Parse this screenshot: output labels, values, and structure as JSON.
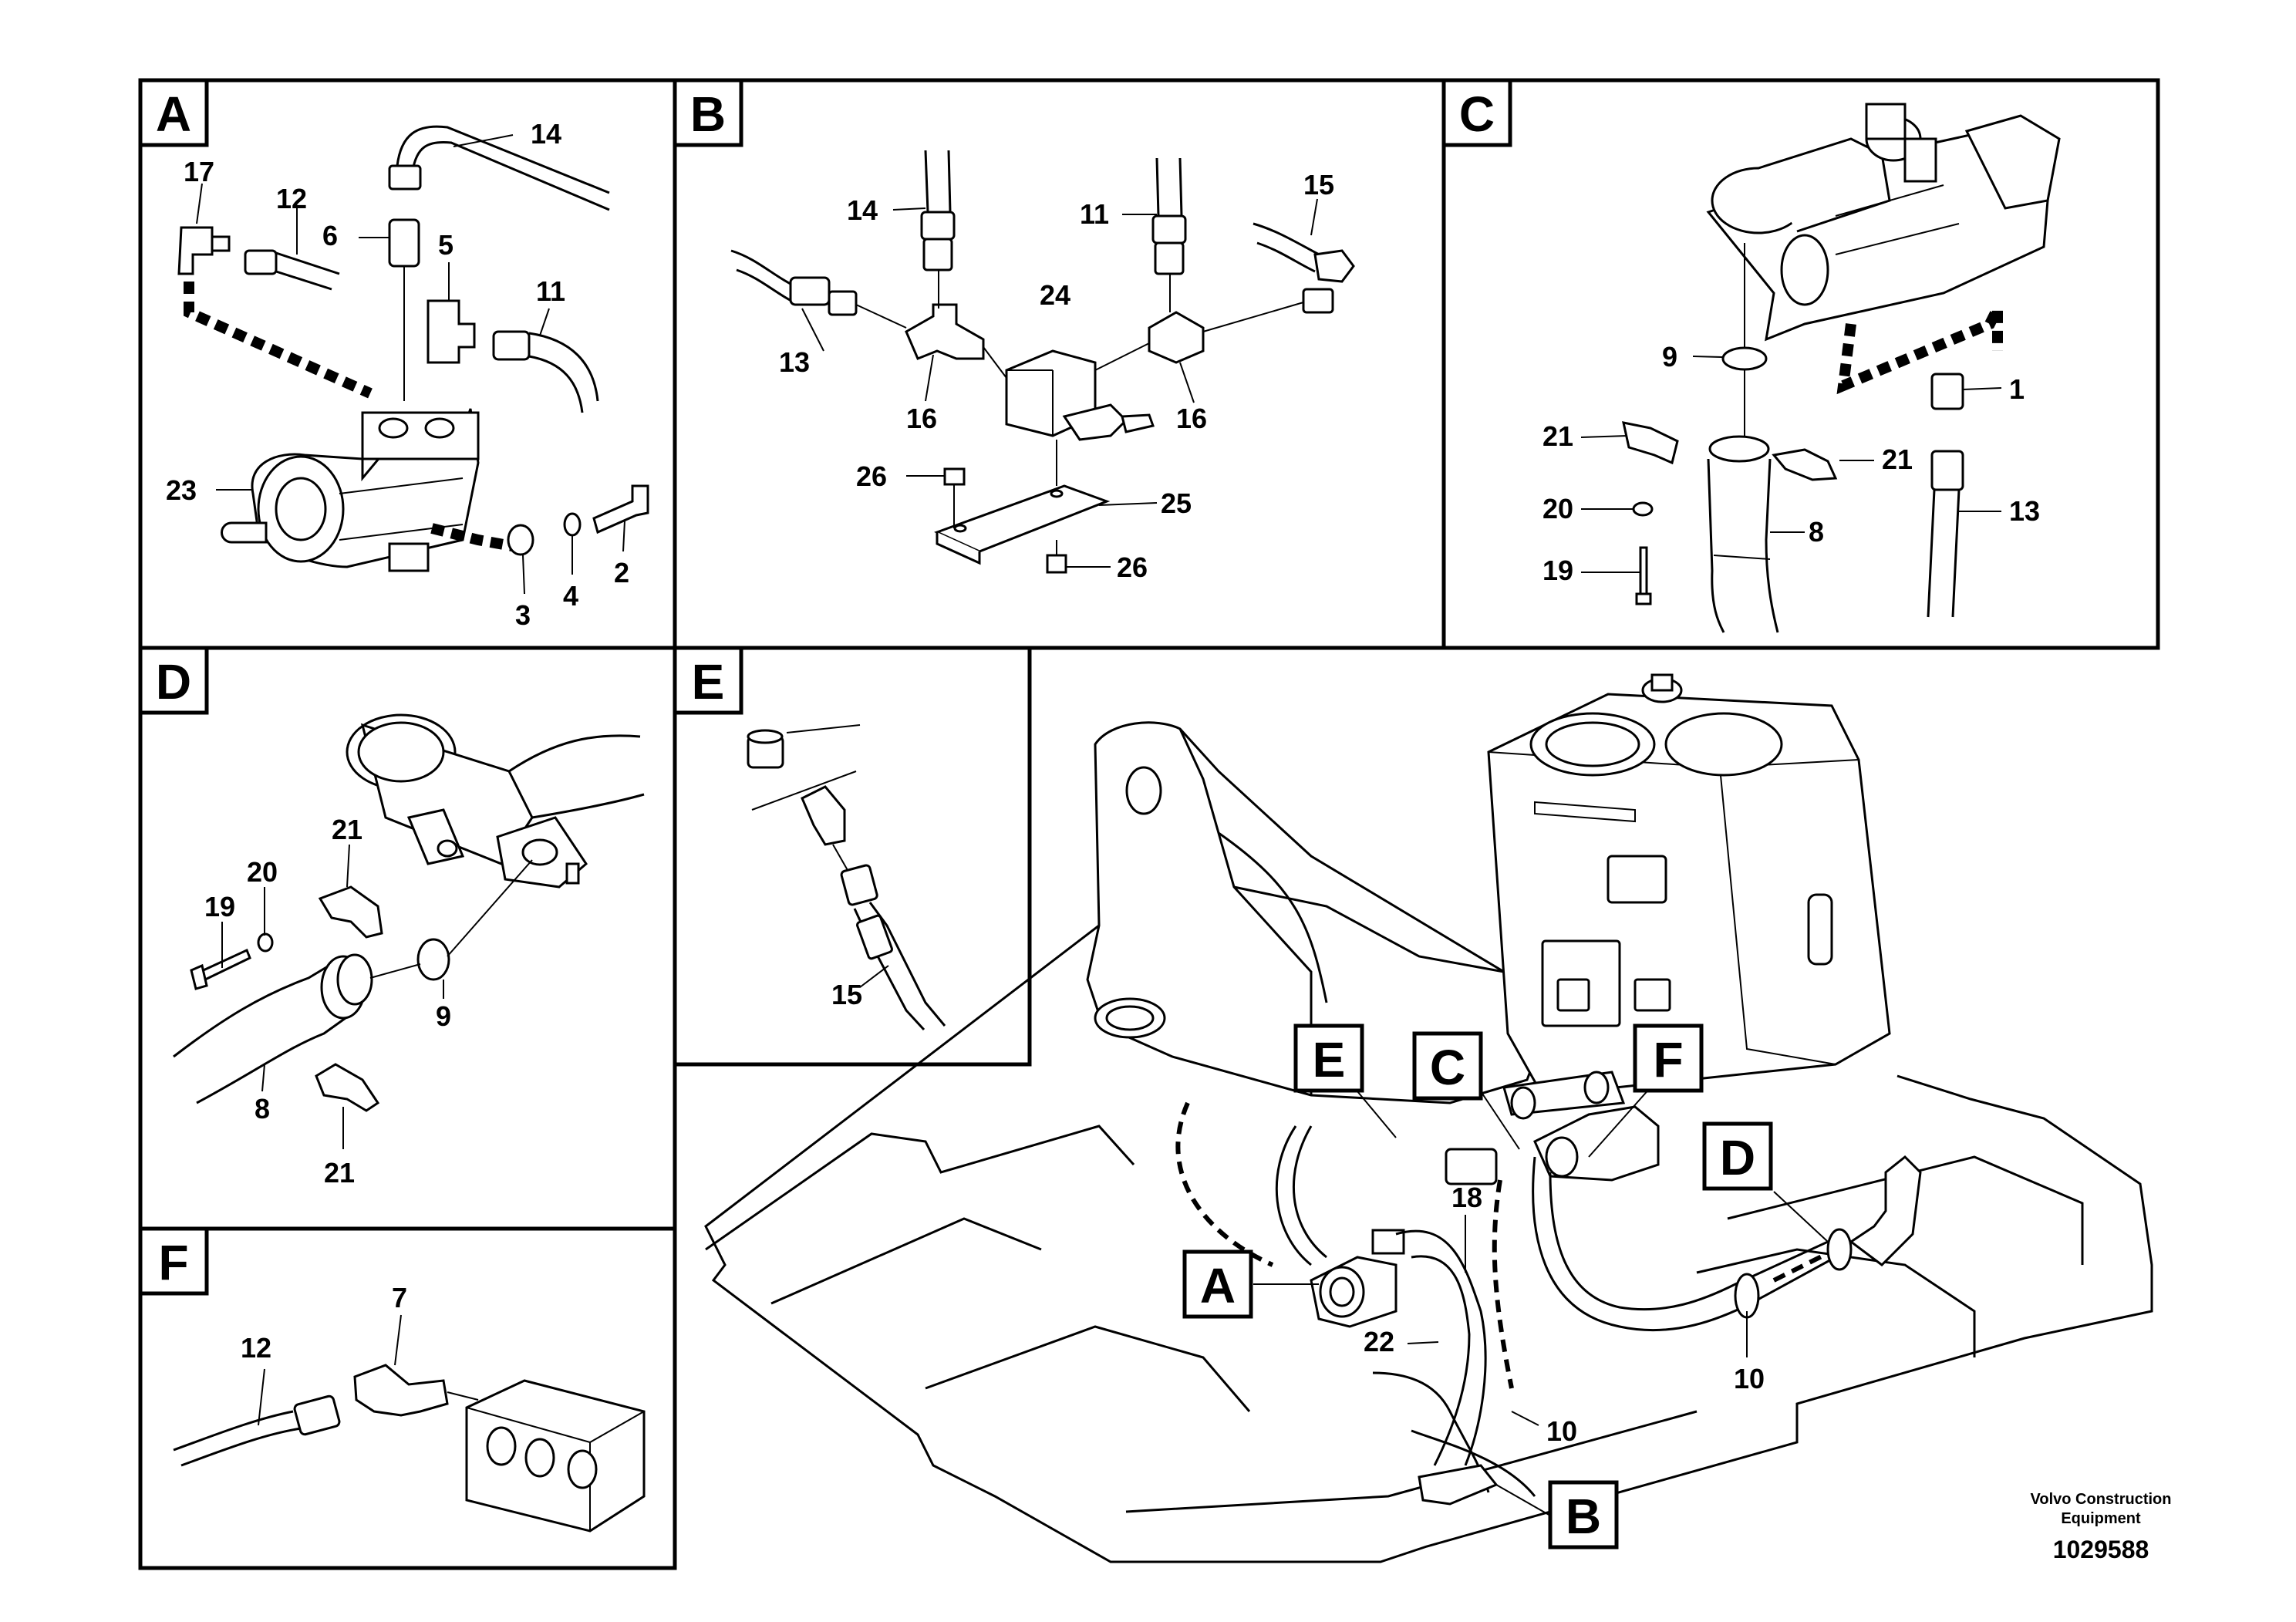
{
  "panels": {
    "A": {
      "tag": "A",
      "callouts": [
        "14",
        "17",
        "12",
        "6",
        "5",
        "11",
        "23",
        "3",
        "4",
        "2"
      ]
    },
    "B": {
      "tag": "B",
      "callouts": [
        "14",
        "11",
        "15",
        "24",
        "13",
        "16",
        "16",
        "26",
        "25",
        "26"
      ]
    },
    "C": {
      "tag": "C",
      "callouts": [
        "9",
        "1",
        "21",
        "21",
        "20",
        "13",
        "8",
        "19"
      ]
    },
    "D": {
      "tag": "D",
      "callouts": [
        "21",
        "20",
        "19",
        "9",
        "8",
        "21"
      ]
    },
    "E": {
      "tag": "E",
      "callouts": [
        "15"
      ]
    },
    "F": {
      "tag": "F",
      "callouts": [
        "7",
        "12"
      ]
    }
  },
  "overview": {
    "tags": [
      "E",
      "C",
      "F",
      "D",
      "A",
      "B"
    ],
    "callouts": [
      "18",
      "22",
      "10",
      "10"
    ]
  },
  "footer": {
    "company_line1": "Volvo Construction",
    "company_line2": "Equipment",
    "drawing_number": "1029588"
  }
}
